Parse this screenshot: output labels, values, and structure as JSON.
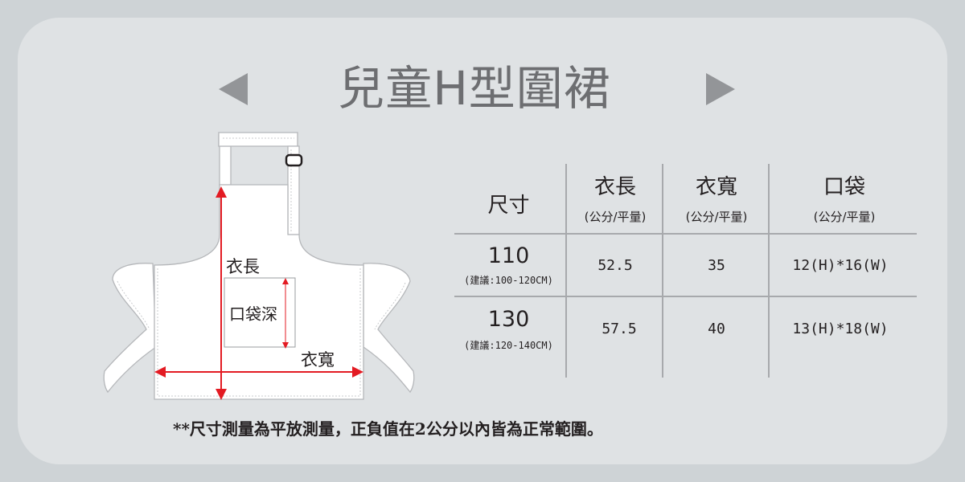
{
  "title": "兒童H型圍裙",
  "icons": {
    "prev": "triangle-left-icon",
    "next": "triangle-right-icon"
  },
  "colors": {
    "background": "#ced3d6",
    "card": "#dfe2e4",
    "title": "#6d6e71",
    "arrow": "#939598",
    "measure": "#e31b23",
    "divider": "#a7a9ac"
  },
  "diagram": {
    "length_label": "衣長",
    "pocket_label": "口袋深",
    "width_label": "衣寬"
  },
  "table": {
    "headers": {
      "size": "尺寸",
      "length": "衣長",
      "length_unit": "(公分/平量)",
      "width": "衣寬",
      "width_unit": "(公分/平量)",
      "pocket": "口袋",
      "pocket_unit": "(公分/平量)"
    },
    "rows": [
      {
        "size": "110",
        "recommend": "(建議:100-120CM)",
        "length": "52.5",
        "width": "35",
        "pocket": "12(H)*16(W)"
      },
      {
        "size": "130",
        "recommend": "(建議:120-140CM)",
        "length": "57.5",
        "width": "40",
        "pocket": "13(H)*18(W)"
      }
    ]
  },
  "note": "**尺寸測量為平放測量，正負值在2公分以內皆為正常範圍。"
}
